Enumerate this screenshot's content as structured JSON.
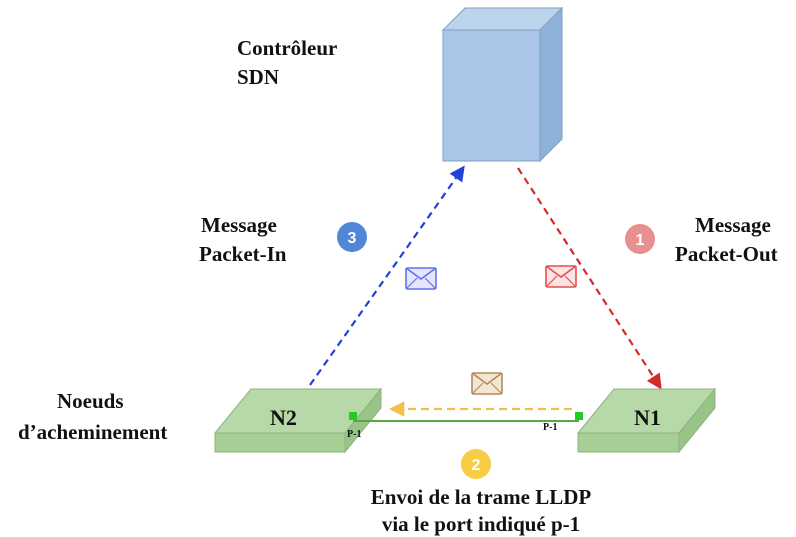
{
  "controller": {
    "label_line1": "Contrôleur",
    "label_line2": "SDN"
  },
  "nodes": {
    "group_label_line1": "Noeuds",
    "group_label_line2": "d’acheminement",
    "n1": {
      "name": "N1",
      "port": "P-1"
    },
    "n2": {
      "name": "N2",
      "port": "P-1"
    }
  },
  "steps": {
    "s1": {
      "number": "1",
      "label_line1": "Message",
      "label_line2": "Packet-Out",
      "color": "#e89090"
    },
    "s2": {
      "number": "2",
      "label_line1": "Envoi de la trame LLDP",
      "label_line2": "via le port indiqué p-1",
      "color": "#f7cd45"
    },
    "s3": {
      "number": "3",
      "label_line1": "Message",
      "label_line2": "Packet-In",
      "color": "#4f86d6"
    }
  },
  "colors": {
    "controller_front": "#a9c6e8",
    "controller_side": "#8fb2d9",
    "controller_top": "#bcd3ee",
    "node_top": "#b7d9a8",
    "node_side": "#98c487",
    "node_front": "#a6cf95",
    "link": "#5aa83e",
    "port": "#22cc22",
    "arrow_packet_out": "#d42a2a",
    "arrow_packet_in": "#2241d6",
    "arrow_lldp": "#f2bf4a",
    "env_red": "#e15050",
    "env_blue": "#6570e8",
    "env_tan": "#b48a5e"
  },
  "icons": {
    "envelope_out": "envelope-icon",
    "envelope_in": "envelope-icon",
    "envelope_lldp": "envelope-icon"
  }
}
